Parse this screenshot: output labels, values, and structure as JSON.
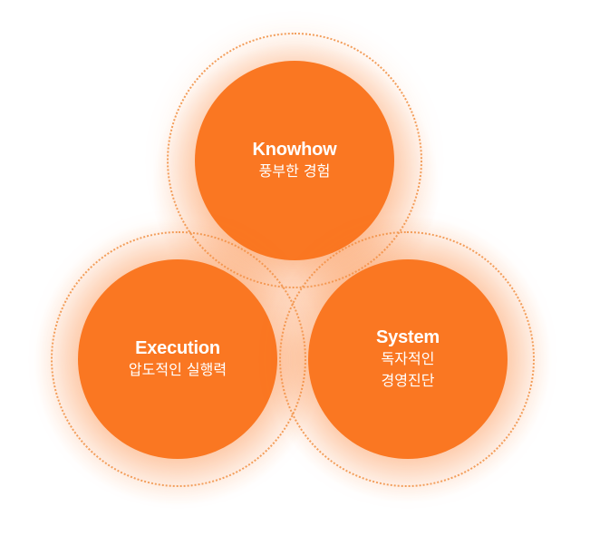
{
  "diagram": {
    "accent_color": "#fa7722",
    "ring_color": "#f3a05e",
    "nodes": [
      {
        "title": "Knowhow",
        "subtitle": "풍부한 경험"
      },
      {
        "title": "Execution",
        "subtitle": "압도적인 실행력"
      },
      {
        "title": "System",
        "subtitle_line1": "독자적인",
        "subtitle_line2": "경영진단"
      }
    ]
  }
}
